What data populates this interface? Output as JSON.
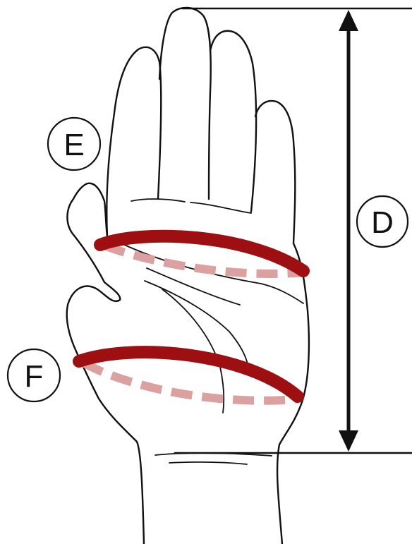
{
  "labels": {
    "length": "D",
    "palm": "E",
    "wrist": "F"
  },
  "colors": {
    "band_front": "#9e0f12",
    "band_back": "#dba0a0",
    "line": "#111111",
    "background": "#ffffff"
  }
}
